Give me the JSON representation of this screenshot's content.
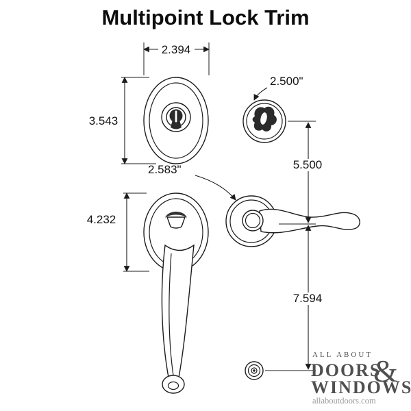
{
  "title": "Multipoint Lock Trim",
  "dimensions": {
    "top_plate_width": "2.394",
    "top_plate_height": "3.543",
    "deadbolt_rose_diameter": "2.500\"",
    "deadbolt_to_lever": "5.500",
    "lever_rose_diameter": "2.583\"",
    "handle_plate_height": "4.232",
    "lever_to_cylinder": "7.594"
  },
  "logo": {
    "tagline": "ALL ABOUT",
    "word_doors": "DOORS",
    "ampersand": "&",
    "word_windows": "WINDOWS",
    "website": "allaboutdoors.com"
  }
}
